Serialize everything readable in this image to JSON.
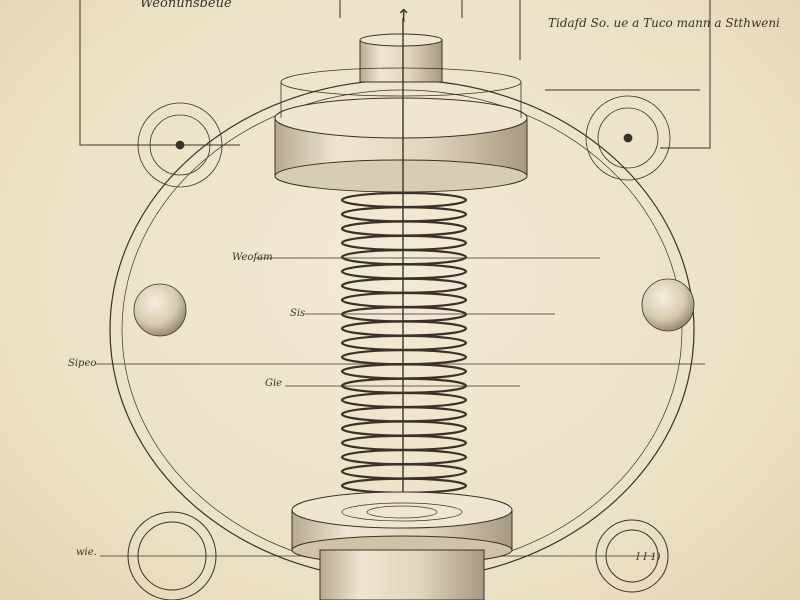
{
  "header": {
    "title_left": "Weonunsbeue",
    "title_right": "Tidafd So. ue a Tuco mann a Stthweni"
  },
  "labels": {
    "upper_coil": "Weofam",
    "middle_coil": "Sis",
    "left_scale": "Sipeo",
    "lower_coil": "Gie",
    "baseline_left": "wie.",
    "baseline_right": "I I 1)"
  },
  "colors": {
    "paper": "#efe4cc",
    "ink": "#3a3228",
    "metal_light": "#e6dcc6",
    "metal_dark": "#a89a82"
  },
  "icons": {
    "wire_glyph": "arrow-up-icon"
  }
}
